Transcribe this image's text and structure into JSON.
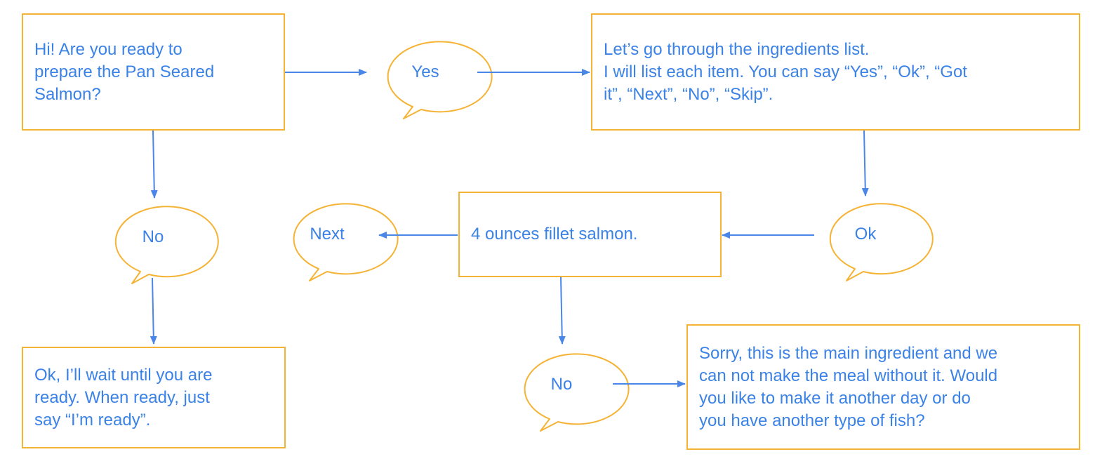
{
  "colors": {
    "box_border": "#F5B335",
    "text": "#3B82E6",
    "arrow": "#4A86E8",
    "background": "#ffffff"
  },
  "nodes": {
    "greeting": {
      "text": "Hi! Are you ready to\nprepare the Pan Seared\nSalmon?"
    },
    "yes_reply": {
      "text": "Yes"
    },
    "ingredients_intro": {
      "text": "Let’s go through the ingredients list.\nI will list each item. You can say “Yes”, “Ok”, “Got\nit”, “Next”, “No”, “Skip”."
    },
    "no_reply_1": {
      "text": "No"
    },
    "wait_message": {
      "text": "Ok, I’ll wait until you are\nready. When ready, just\nsay “I’m ready”."
    },
    "next_reply": {
      "text": "Next"
    },
    "ingredient_item": {
      "text": "4 ounces fillet salmon."
    },
    "ok_reply": {
      "text": "Ok"
    },
    "no_reply_2": {
      "text": "No"
    },
    "sorry_message": {
      "text": "Sorry, this is the main ingredient and we\ncan not make the meal without it. Would\nyou like to make it another day or do\nyou have another type of fish?"
    }
  }
}
